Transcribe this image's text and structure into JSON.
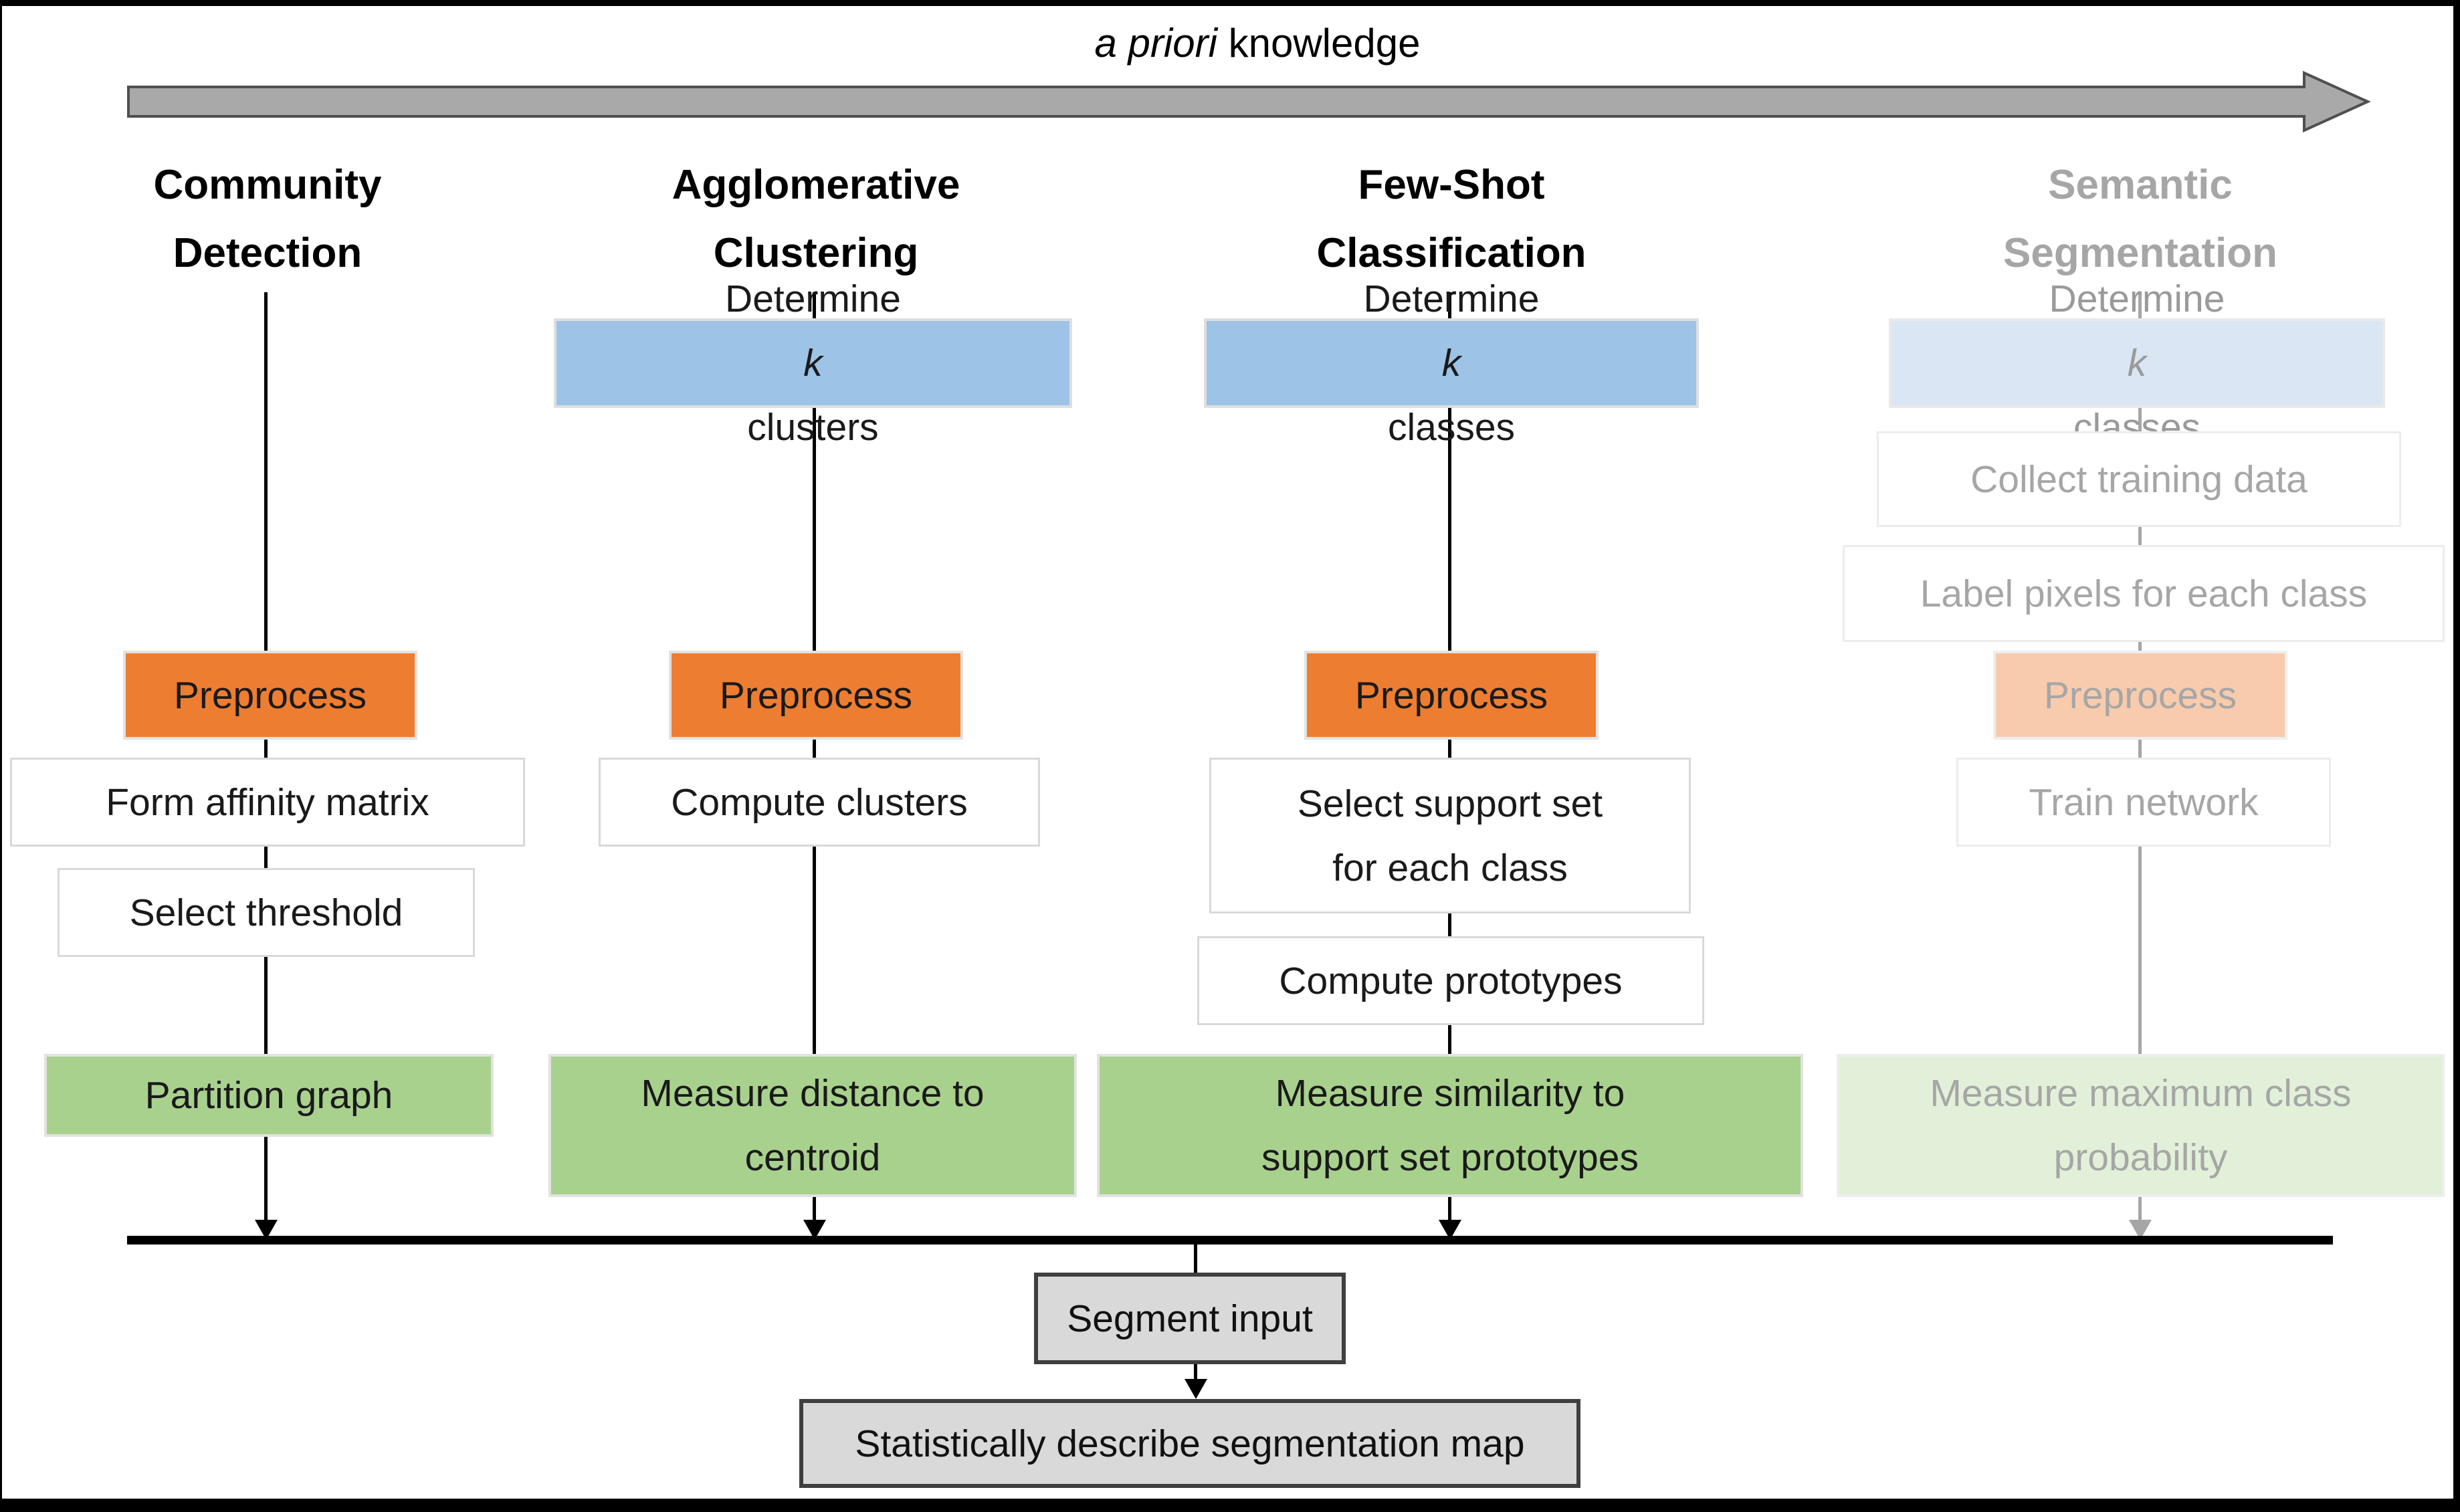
{
  "title": {
    "italic_part": "a priori",
    "normal_part": " knowledge"
  },
  "columns": [
    {
      "header": {
        "line1": "Community",
        "line2": "Detection"
      },
      "muted": false,
      "boxes": {
        "preprocess": {
          "label": "Preprocess"
        },
        "step1": {
          "label": "Form affinity matrix"
        },
        "step2": {
          "label": "Select threshold"
        },
        "measure": {
          "line1": "Partition graph",
          "line2": ""
        }
      }
    },
    {
      "header": {
        "line1": "Agglomerative",
        "line2": "Clustering"
      },
      "muted": false,
      "boxes": {
        "determine": {
          "pre": "Determine ",
          "k": "k",
          "post": " clusters"
        },
        "preprocess": {
          "label": "Preprocess"
        },
        "step1": {
          "label": "Compute clusters"
        },
        "measure": {
          "line1": "Measure distance to",
          "line2": "centroid"
        }
      }
    },
    {
      "header": {
        "line1": "Few-Shot",
        "line2": "Classification"
      },
      "muted": false,
      "boxes": {
        "determine": {
          "pre": "Determine ",
          "k": "k",
          "post": " classes"
        },
        "preprocess": {
          "label": "Preprocess"
        },
        "step1": {
          "line1": "Select support set",
          "line2": "for each class"
        },
        "step2": {
          "label": "Compute prototypes"
        },
        "measure": {
          "line1": "Measure similarity to",
          "line2": "support set prototypes"
        }
      }
    },
    {
      "header": {
        "line1": "Semantic",
        "line2": "Segmentation"
      },
      "muted": true,
      "boxes": {
        "determine": {
          "pre": "Determine ",
          "k": "k",
          "post": " classes"
        },
        "collect": {
          "label": "Collect training data"
        },
        "labelpixels": {
          "label": "Label pixels for each class"
        },
        "preprocess": {
          "label": "Preprocess"
        },
        "train": {
          "label": "Train network"
        },
        "measure": {
          "line1": "Measure maximum class",
          "line2": "probability"
        }
      }
    }
  ],
  "footer": {
    "segment_input": "Segment input",
    "describe": "Statistically describe segmentation map"
  },
  "colors": {
    "orange": "#ed7d31",
    "orange_light": "#f8cbad",
    "blue": "#9dc3e6",
    "blue_light": "#dae6f4",
    "green": "#a9d18e",
    "green_light": "#e2f0d9",
    "muted_text": "#a6a6a6",
    "gray_box": "#d9d9d9",
    "arrow_fill": "#a9a9a9",
    "arrow_outline": "#4f4f4f"
  }
}
